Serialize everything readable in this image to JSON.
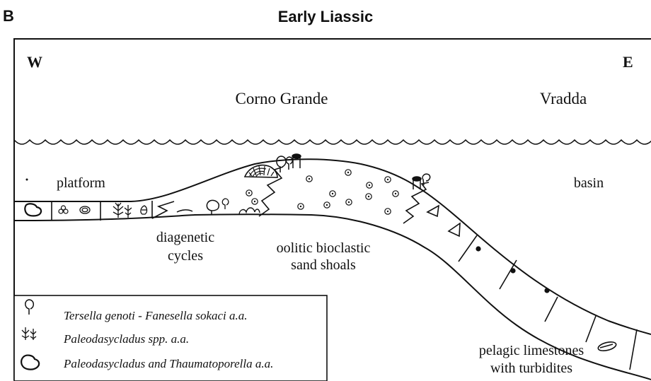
{
  "panel_letter": "B",
  "title": "Early Liassic",
  "directions": {
    "west": "W",
    "east": "E"
  },
  "localities": {
    "left": "Corno Grande",
    "right": "Vradda"
  },
  "zones": {
    "platform": "platform",
    "basin": "basin",
    "cycles_line1": "diagenetic",
    "cycles_line2": "cycles",
    "shoals_line1": "oolitic bioclastic",
    "shoals_line2": "sand shoals",
    "pelagic_line1": "pelagic limestones",
    "pelagic_line2": "with turbidites"
  },
  "legend": {
    "items": [
      {
        "icon": "club-alga-icon",
        "label": "Tersella genoti - Fanesella sokaci a.a."
      },
      {
        "icon": "branching-alga-icon",
        "label": "Paleodasycladus spp. a.a."
      },
      {
        "icon": "lumpy-grain-icon",
        "label": "Paleodasycladus and Thaumatoporella a.a."
      }
    ]
  },
  "colors": {
    "ink": "#111111",
    "background": "#ffffff"
  }
}
